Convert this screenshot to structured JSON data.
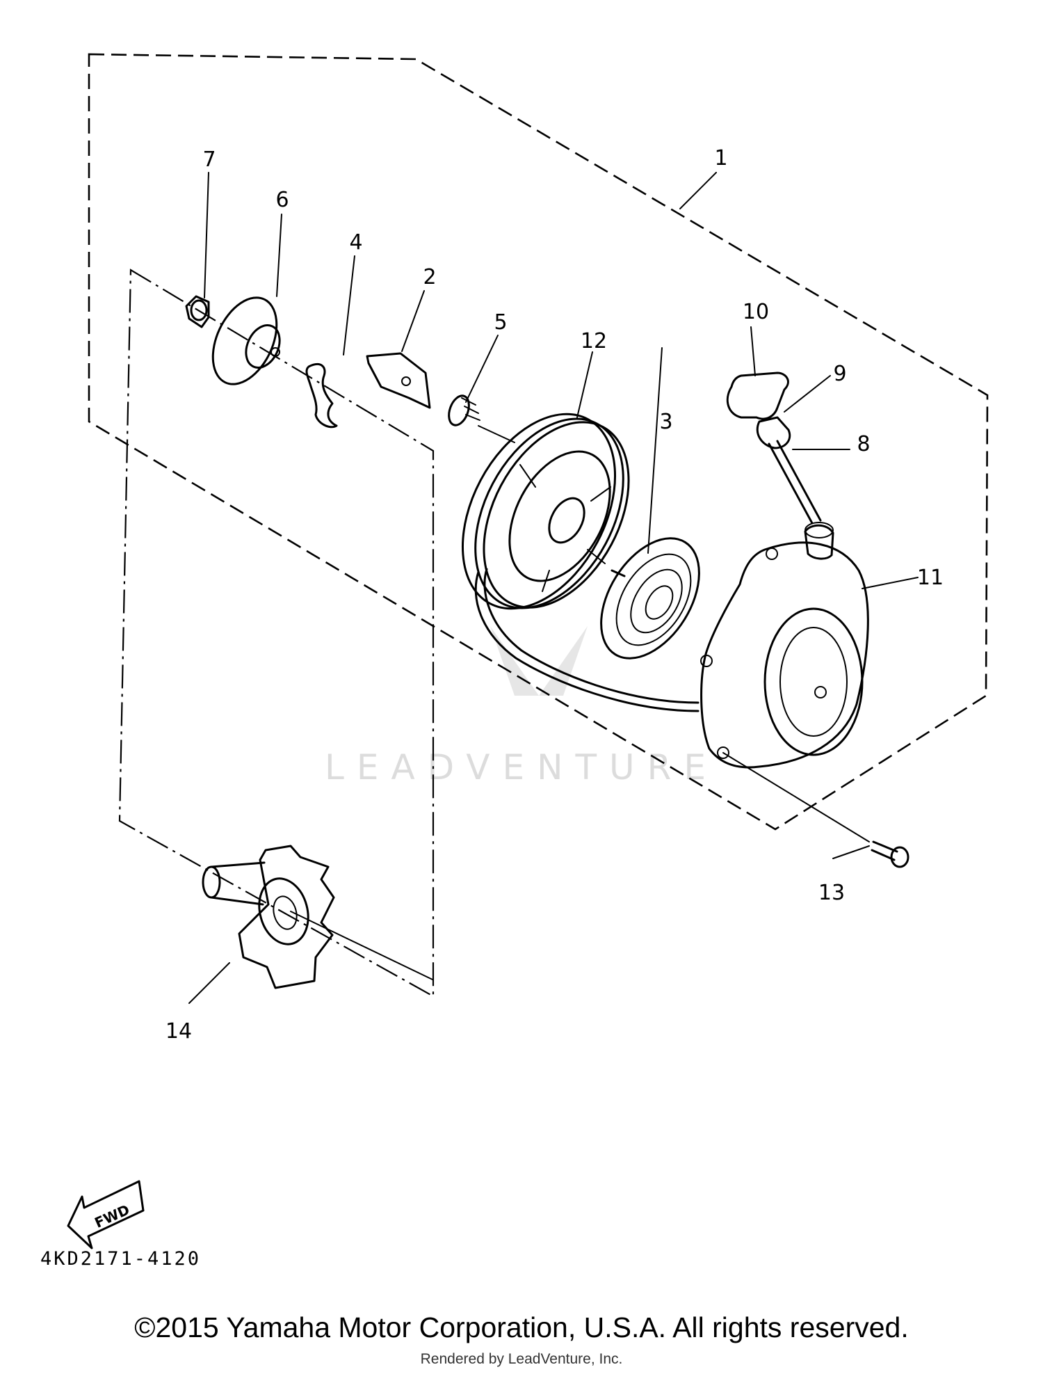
{
  "callouts": [
    "1",
    "2",
    "3",
    "4",
    "5",
    "6",
    "7",
    "8",
    "9",
    "10",
    "11",
    "12",
    "13",
    "14"
  ],
  "fwd_label": "FWD",
  "watermark": "LEADVENTURE",
  "diagram_code": "4KD2171-4120",
  "copyright": "©2015 Yamaha Motor Corporation, U.S.A. All rights reserved.",
  "rendered_by": "Rendered by LeadVenture, Inc."
}
